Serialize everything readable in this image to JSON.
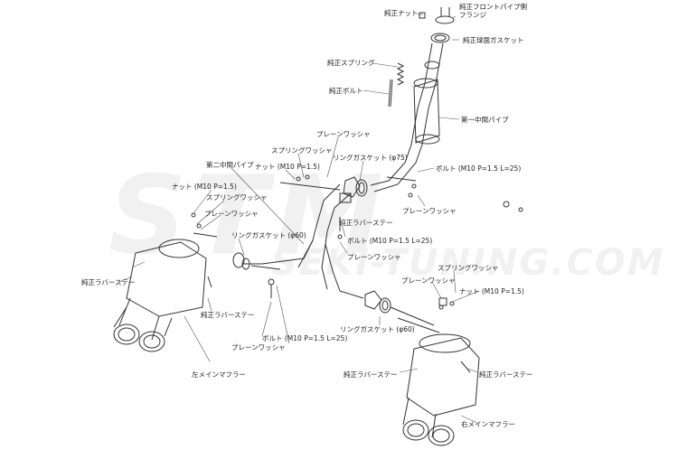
{
  "watermark": {
    "logo": "STM",
    "site": "SEKI-TUNING.COM"
  },
  "labels": [
    {
      "id": "jun-nut-top",
      "text": "純正ナット"
    },
    {
      "id": "jun-front-flange",
      "text": "純正フロントパイプ側\nフランジ"
    },
    {
      "id": "jun-kyumen-gasket",
      "text": "純正球面ガスケット"
    },
    {
      "id": "jun-spring",
      "text": "純正スプリング"
    },
    {
      "id": "jun-bolt",
      "text": "純正ボルト"
    },
    {
      "id": "dai1-pipe",
      "text": "第一中間パイプ"
    },
    {
      "id": "plain-washer-a",
      "text": "プレーンワッシャ"
    },
    {
      "id": "spring-washer-a",
      "text": "スプリングワッシャ"
    },
    {
      "id": "dai2-pipe",
      "text": "第二中間パイプ"
    },
    {
      "id": "nut-m10-a",
      "text": "ナット (M10 P=1.5)"
    },
    {
      "id": "ring-gasket-75",
      "text": "リングガスケット (φ75)"
    },
    {
      "id": "bolt-25-a",
      "text": "ボルト (M10 P=1.5 L=25)"
    },
    {
      "id": "nut-m10-b",
      "text": "ナット (M10 P=1.5)"
    },
    {
      "id": "spring-washer-b",
      "text": "スプリングワッシャ"
    },
    {
      "id": "plain-washer-b",
      "text": "プレーンワッシャ"
    },
    {
      "id": "plain-washer-c",
      "text": "プレーンワッシャ"
    },
    {
      "id": "jun-rubber-stay-a",
      "text": "純正ラバーステー"
    },
    {
      "id": "ring-gasket-60-a",
      "text": "リングガスケット (φ60)"
    },
    {
      "id": "bolt-25-b",
      "text": "ボルト (M10 P=1.5 L=25)"
    },
    {
      "id": "plain-washer-d",
      "text": "プレーンワッシャ"
    },
    {
      "id": "spring-washer-c",
      "text": "スプリングワッシャ"
    },
    {
      "id": "plain-washer-e",
      "text": "プレーンワッシャ"
    },
    {
      "id": "nut-m10-c",
      "text": "ナット (M10 P=1.5)"
    },
    {
      "id": "jun-rubber-stay-b",
      "text": "純正ラバーステー"
    },
    {
      "id": "jun-rubber-stay-c",
      "text": "純正ラバーステー"
    },
    {
      "id": "ring-gasket-60-b",
      "text": "リングガスケット (φ60)"
    },
    {
      "id": "plain-washer-f",
      "text": "プレーンワッシャ"
    },
    {
      "id": "bolt-25-c",
      "text": "ボルト (M10 P=1.5 L=25)"
    },
    {
      "id": "left-muffler",
      "text": "左メインマフラー"
    },
    {
      "id": "jun-rubber-stay-d",
      "text": "純正ラバーステー"
    },
    {
      "id": "jun-rubber-stay-e",
      "text": "純正ラバーステー"
    },
    {
      "id": "right-muffler",
      "text": "右メインマフラー"
    }
  ]
}
